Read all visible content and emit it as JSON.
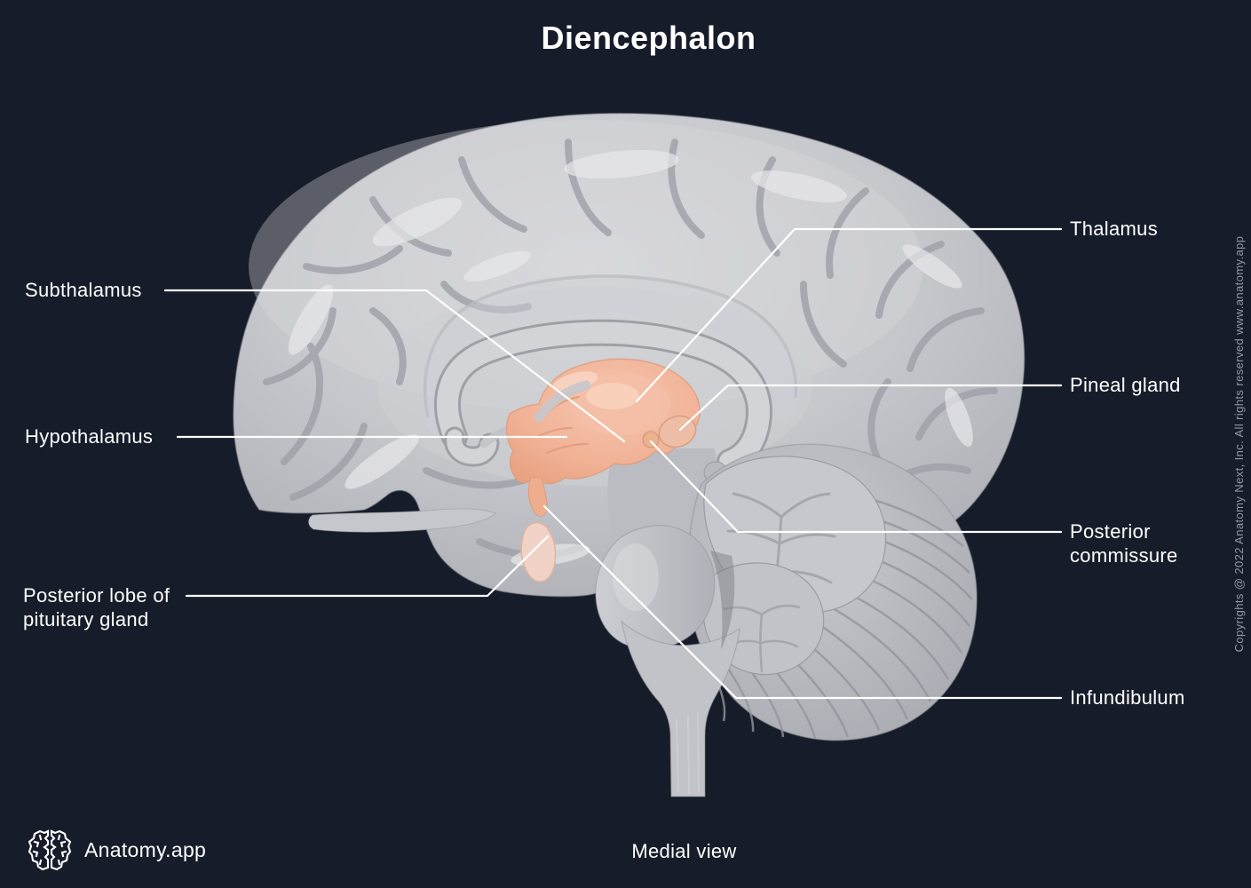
{
  "page": {
    "title": "Diencephalon",
    "view_label": "Medial view"
  },
  "brand": {
    "name": "Anatomy.app",
    "logo_icon": "brain-logo-icon"
  },
  "copyright_notice": "Copyrights @ 2022 Anatomy Next, Inc. All rights reserved www.anatomy.app",
  "figure": {
    "highlighted_region": "Diencephalon",
    "highlight_color": "#f2b29a"
  },
  "annotations": {
    "subthalamus": {
      "line1": "Subthalamus"
    },
    "hypothalamus": {
      "line1": "Hypothalamus"
    },
    "posterior_lobe_of_pituitary_gland": {
      "line1": "Posterior lobe of",
      "line2": "pituitary gland"
    },
    "thalamus": {
      "line1": "Thalamus"
    },
    "pineal_gland": {
      "line1": "Pineal gland"
    },
    "posterior_commissure": {
      "line1": "Posterior",
      "line2": "commissure"
    },
    "infundibulum": {
      "line1": "Infundibulum"
    }
  },
  "colors": {
    "background": "#171c2a",
    "label_text": "#ffffff",
    "leader_line": "#ffffff",
    "muted_text": "#9196a4",
    "brain_gray": "#c6c7cc",
    "highlight": "#f2b29a"
  }
}
